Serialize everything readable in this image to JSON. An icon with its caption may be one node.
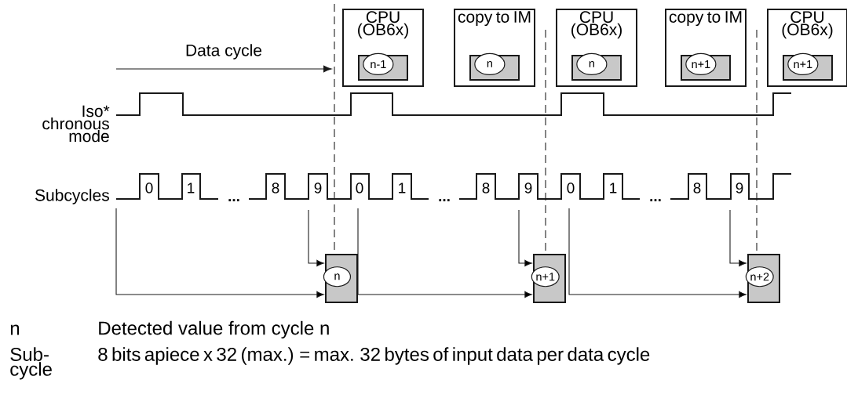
{
  "diagram": {
    "nodes": [
      {
        "text": [
          "CPU (OB6x)"
        ]
      },
      {
        "text": [],
        "shape": "box",
        "in": 0
      },
      {
        "text": [
          "n-1"
        ],
        "in": 1
      },
      {
        "text": [
          "copy to IM"
        ]
      },
      {
        "text": [],
        "shape": "box",
        "in": 3
      },
      {
        "text": [
          "n"
        ],
        "in": 4
      },
      {
        "text": [
          "CPU (OB6x)"
        ]
      },
      {
        "text": [],
        "shape": "box",
        "in": 6
      },
      {
        "text": [
          "n"
        ],
        "in": 7
      },
      {
        "text": [
          "copy to IM"
        ]
      },
      {
        "text": [],
        "shape": "box",
        "in": 9
      },
      {
        "text": [
          "n+1"
        ],
        "in": 10
      },
      {
        "text": [
          "CPU (OB6x)"
        ]
      },
      {
        "text": [],
        "shape": "box",
        "in": 12
      },
      {
        "text": [
          "n+1"
        ],
        "in": 13
      },
      {
        "text": [],
        "shape": "box"
      },
      {
        "text": [
          "n"
        ],
        "in": 15
      },
      {
        "text": [],
        "shape": "box"
      },
      {
        "text": [
          "n+1"
        ],
        "in": 17
      },
      {
        "text": [],
        "shape": "box"
      },
      {
        "text": [
          "n+2"
        ],
        "in": 19
      }
    ],
    "edges": [
      {
        "from": null,
        "to": 15,
        "arrow": "to"
      },
      {
        "from": null,
        "to": 15,
        "arrow": "to"
      },
      {
        "from": null,
        "to": 17,
        "arrow": "to"
      },
      {
        "from": null,
        "to": 17,
        "arrow": "to"
      },
      {
        "from": null,
        "to": 19,
        "arrow": "to"
      },
      {
        "from": null,
        "to": 19,
        "arrow": "to"
      }
    ],
    "labels": [
      "Data cycle",
      "Iso* chronous mode",
      "Subcycles",
      "0",
      "1",
      "...",
      "8",
      "9",
      "0",
      "1",
      "...",
      "8",
      "9",
      "0",
      "1",
      "...",
      "8",
      "9",
      "n",
      "Detected value from cycle n",
      "Sub- cycle",
      "8 bits apiece x 32 (max.) = max. 32 bytes of input data per data cycle"
    ]
  }
}
